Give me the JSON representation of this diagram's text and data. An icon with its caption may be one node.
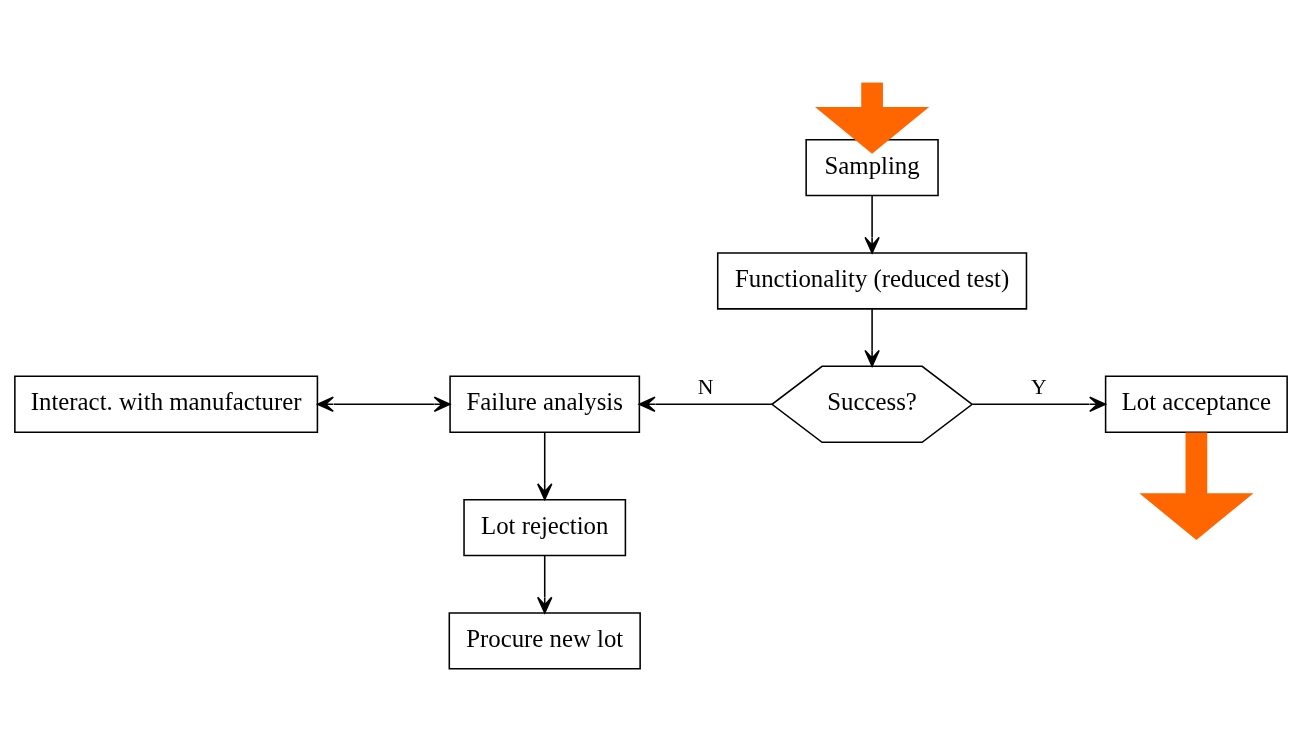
{
  "diagram": {
    "nodes": [
      {
        "text": [
          "Sampling"
        ]
      },
      {
        "text": [
          "Functionality (reduced test)"
        ]
      },
      {
        "text": [
          "Success?"
        ]
      },
      {
        "text": [
          "Failure analysis"
        ]
      },
      {
        "text": [
          "Interact. with manufacturer"
        ]
      },
      {
        "text": [
          "Lot acceptance"
        ]
      },
      {
        "text": [
          "Lot rejection"
        ]
      },
      {
        "text": [
          "Procure new lot"
        ]
      }
    ],
    "edges": [
      {
        "from": null,
        "to": 0,
        "arrow": "to",
        "style": "thick",
        "color": "#ff6600"
      },
      {
        "from": 0,
        "to": 1,
        "arrow": "to"
      },
      {
        "from": 1,
        "to": 2,
        "arrow": "to"
      },
      {
        "from": 2,
        "to": 3,
        "arrow": "to",
        "label": "N"
      },
      {
        "from": 2,
        "to": 5,
        "arrow": "to",
        "label": "Y"
      },
      {
        "from": 4,
        "to": 3,
        "arrow": "both"
      },
      {
        "from": 3,
        "to": 6,
        "arrow": "to"
      },
      {
        "from": 6,
        "to": 7,
        "arrow": "to"
      },
      {
        "from": 5,
        "to": null,
        "arrow": "to",
        "style": "thick",
        "color": "#ff6600"
      }
    ]
  }
}
